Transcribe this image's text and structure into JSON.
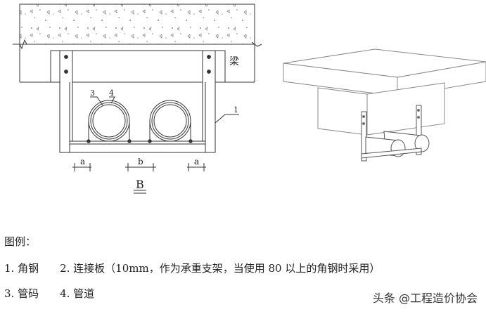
{
  "drawing": {
    "beam_label": "梁",
    "callouts": {
      "angle_steel": "1",
      "pipe_clamp": "3",
      "pipe": "4"
    },
    "dimensions": {
      "left": "a",
      "middle": "b",
      "right": "a"
    },
    "section_label": "B"
  },
  "legend": {
    "title": "图例：",
    "items": [
      {
        "text": "1. 角钢"
      },
      {
        "text": "2. 连接板（10mm，作为承重支架，当使用 80 以上的角钢时采用）"
      },
      {
        "text": "3. 管码"
      },
      {
        "text": "4. 管道"
      }
    ]
  },
  "watermark": "头条 @工程造价协会"
}
